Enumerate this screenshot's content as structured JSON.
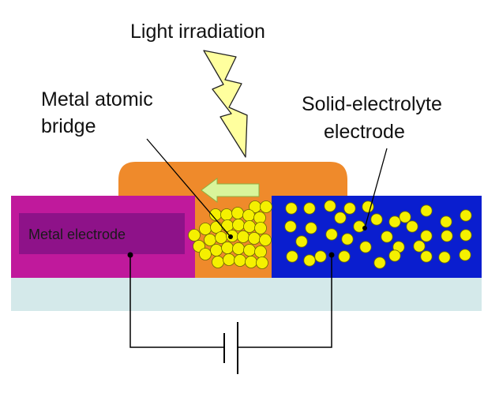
{
  "labels": {
    "light": "Light irradiation",
    "bridge_line1": "Metal atomic",
    "bridge_line2": "bridge",
    "electrolyte_line1": "Solid-electrolyte",
    "electrolyte_line2": "electrode",
    "metal_electrode": "Metal electrode"
  },
  "colors": {
    "metal_electrode": "#C0199C",
    "metal_electrode_inner": "#8E1289",
    "electrolyte": "#0A1ECF",
    "orange_layer": "#EF8A2B",
    "substrate": "#D4E9EA",
    "atom": "#F5F000",
    "lightning": "#FFFF9E",
    "arrow": "#D9F59A"
  },
  "icons": {
    "lightning": "lightning-bolt-icon",
    "arrow": "left-arrow-icon",
    "battery": "battery-icon"
  }
}
